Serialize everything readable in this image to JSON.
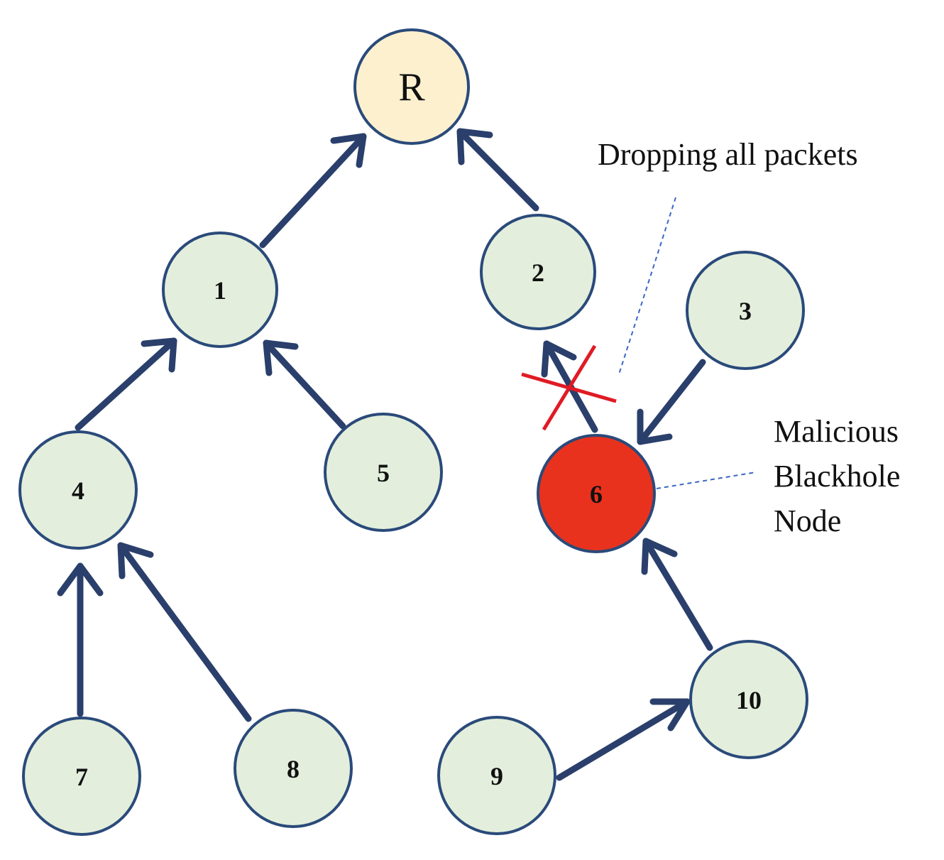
{
  "nodes": {
    "root": "R",
    "n1": "1",
    "n2": "2",
    "n3": "3",
    "n4": "4",
    "n5": "5",
    "n6": "6",
    "n7": "7",
    "n8": "8",
    "n9": "9",
    "n10": "10"
  },
  "annotations": {
    "dropping": "Dropping all packets",
    "malicious_line1": "Malicious",
    "malicious_line2": "Blackhole",
    "malicious_line3": "Node"
  },
  "colors": {
    "node_fill": "#e3efdc",
    "root_fill": "#fdf0cf",
    "malicious_fill": "#e8321e",
    "edge": "#2a3f6b",
    "cross": "#e01b24"
  }
}
